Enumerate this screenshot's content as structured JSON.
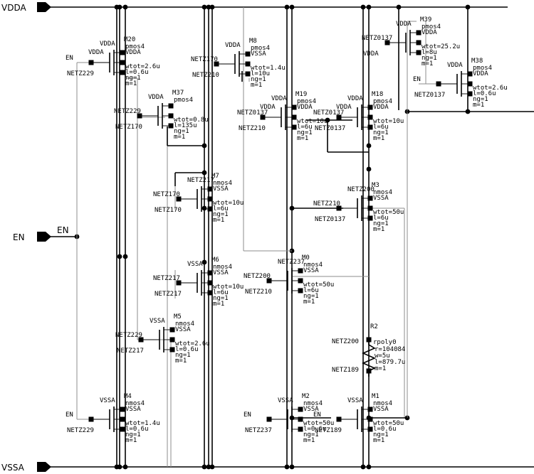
{
  "pins": {
    "vdd": "VDDA",
    "vss": "VSSA",
    "en": "EN",
    "en_net": "EN"
  },
  "devices": [
    {
      "name": "M20",
      "model": "pmos4",
      "params": [
        "wtot=2.6u",
        "l=0.6u",
        "ng=1",
        "m=1"
      ],
      "nets": {
        "gate": "EN",
        "drain": "NETZ229",
        "source": "VDDA",
        "bulk": "VDDA",
        "extra": "VDDA"
      }
    },
    {
      "name": "M8",
      "model": "pmos4",
      "params": [
        "wtot=1.4u",
        "l=10u",
        "ng=1",
        "m=1"
      ],
      "nets": {
        "gate": "NETZ170",
        "drain": "NETZ210",
        "source": "VDDA",
        "bulk": "VSSA"
      }
    },
    {
      "name": "M37",
      "model": "pmos4",
      "params": [
        "wtot=0.8u",
        "l=135u",
        "ng=1",
        "m=1"
      ],
      "nets": {
        "gate": "NETZ229",
        "drain": "NETZ170",
        "source": "VDDA"
      }
    },
    {
      "name": "M19",
      "model": "pmos4",
      "params": [
        "wtot=10u",
        "l=6u",
        "ng=1",
        "m=1"
      ],
      "nets": {
        "gate": "NETZ0137",
        "drain": "NETZ210",
        "source": "VDDA",
        "bulk": "VDDA",
        "extra": "VDDA"
      }
    },
    {
      "name": "M18",
      "model": "pmos4",
      "params": [
        "wtot=10u",
        "l=6u",
        "ng=1",
        "m=1"
      ],
      "nets": {
        "gate": "NETZ0137",
        "drain": "NETZ0137",
        "source": "VDDA",
        "bulk": "VDDA",
        "extra": "VDDA"
      }
    },
    {
      "name": "M39",
      "model": "pmos4",
      "params": [
        "wtot=25.2u",
        "l=8u",
        "ng=1",
        "m=1"
      ],
      "nets": {
        "gate": "NETZ0137",
        "drain": "VDDA",
        "source": "VDDA",
        "bulk": "VDDA"
      }
    },
    {
      "name": "M38",
      "model": "pmos4",
      "params": [
        "wtot=2.6u",
        "l=0.6u",
        "ng=1",
        "m=1"
      ],
      "nets": {
        "gate": "EN",
        "drain": "NETZ0137",
        "source": "VDDA",
        "bulk": "VDDA"
      }
    },
    {
      "name": "M7",
      "model": "nmos4",
      "params": [
        "wtot=10u",
        "l=6u",
        "ng=1",
        "m=1"
      ],
      "nets": {
        "gate": "NETZ170",
        "drain": "NETZ170",
        "source": "NETZ217",
        "bulk": "VSSA"
      }
    },
    {
      "name": "M6",
      "model": "nmos4",
      "params": [
        "wtot=10u",
        "l=6u",
        "ng=1",
        "m=1"
      ],
      "nets": {
        "gate": "NETZ217",
        "drain": "NETZ217",
        "source": "VSSA",
        "bulk": "VSSA"
      }
    },
    {
      "name": "M5",
      "model": "nmos4",
      "params": [
        "wtot=2.6u",
        "l=0.6u",
        "ng=1",
        "m=1"
      ],
      "nets": {
        "gate": "NETZ229",
        "drain": "NETZ217",
        "source": "VSSA",
        "bulk": "VSSA"
      }
    },
    {
      "name": "M4",
      "model": "nmos4",
      "params": [
        "wtot=1.4u",
        "l=0.6u",
        "ng=1",
        "m=1"
      ],
      "nets": {
        "gate": "EN",
        "drain": "NETZ229",
        "source": "VSSA",
        "bulk": "VSSA"
      }
    },
    {
      "name": "M3",
      "model": "nmos4",
      "params": [
        "wtot=50u",
        "l=6u",
        "ng=1",
        "m=1"
      ],
      "nets": {
        "gate": "NETZ210",
        "drain": "NETZ0137",
        "source": "NETZ200",
        "bulk": "VSSA"
      }
    },
    {
      "name": "M0",
      "model": "nmos4",
      "params": [
        "wtot=50u",
        "l=6u",
        "ng=1",
        "m=1"
      ],
      "nets": {
        "gate": "NETZ200",
        "drain": "NETZ210",
        "source": "NETZ237",
        "bulk": "VSSA"
      }
    },
    {
      "name": "M2",
      "model": "nmos4",
      "params": [
        "wtot=50u",
        "l=0.6u",
        "ng=1",
        "m=1"
      ],
      "nets": {
        "gate": "EN",
        "drain": "NETZ237",
        "source": "VSSA",
        "bulk": "VSSA"
      }
    },
    {
      "name": "M1",
      "model": "nmos4",
      "params": [
        "wtot=50u",
        "l=0.6u",
        "ng=1",
        "m=1"
      ],
      "nets": {
        "gate": "EN",
        "drain": "NETZ189",
        "source": "VSSA",
        "bulk": "VSSA"
      }
    }
  ],
  "resistor": {
    "name": "R2",
    "model": "rpoly0",
    "params": [
      "r=104084",
      "w=5u",
      "l=879.7u",
      "m=1"
    ],
    "nets": {
      "top": "NETZ200",
      "bottom": "NETZ189"
    }
  }
}
